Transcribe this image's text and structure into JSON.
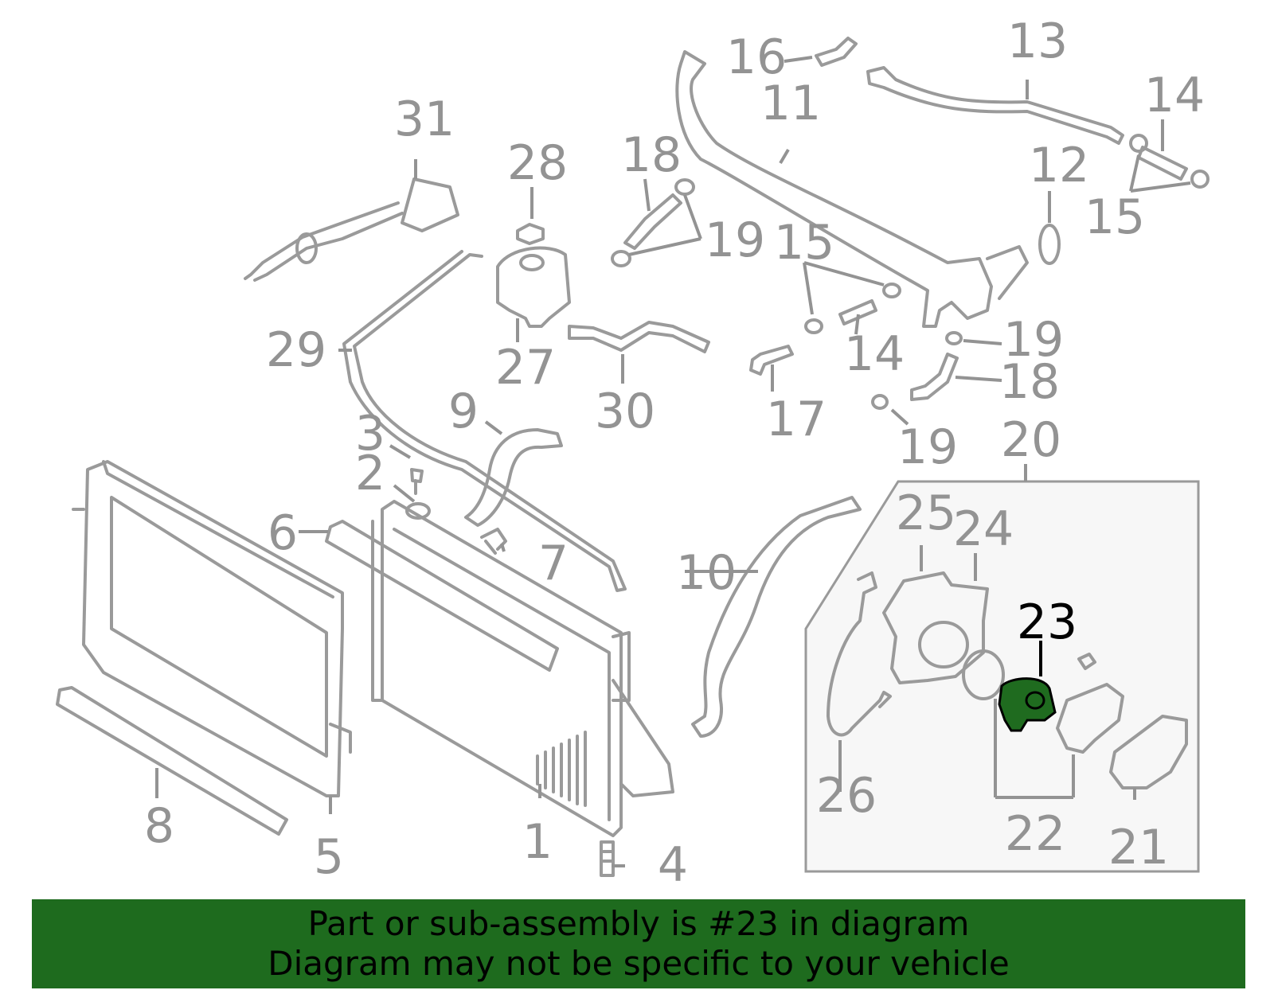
{
  "diagram": {
    "callouts": [
      "1",
      "2",
      "3",
      "4",
      "5",
      "6",
      "7",
      "8",
      "9",
      "10",
      "11",
      "12",
      "13",
      "14",
      "14",
      "15",
      "15",
      "16",
      "17",
      "18",
      "18",
      "19",
      "19",
      "19",
      "20",
      "21",
      "22",
      "23",
      "24",
      "25",
      "26",
      "27",
      "28",
      "29",
      "30",
      "31"
    ],
    "highlighted_part": "23",
    "colors": {
      "line_art": "#9a9a9a",
      "highlight_fill": "#1f6b1f",
      "banner_background": "#1e6b1e",
      "inset_background": "#f7f7f7"
    }
  },
  "banner": {
    "line1": "Part or sub-assembly is #23 in diagram",
    "line2": "Diagram may not be specific to your vehicle"
  }
}
